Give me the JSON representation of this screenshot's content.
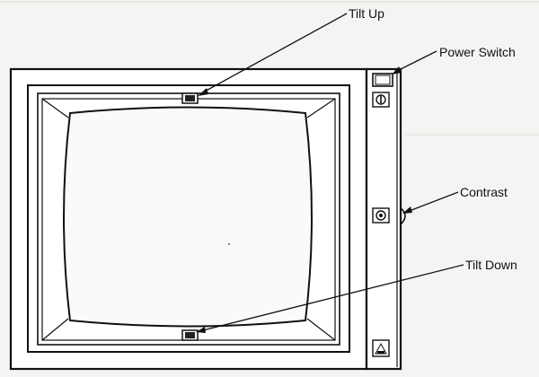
{
  "labels": {
    "tilt_up": "Tilt Up",
    "power_switch": "Power Switch",
    "contrast": "Contrast",
    "tilt_down": "Tilt Down"
  },
  "colors": {
    "ink": "#111111",
    "paper": "#f4f4f2",
    "screen_fill": "#fafaf8"
  }
}
